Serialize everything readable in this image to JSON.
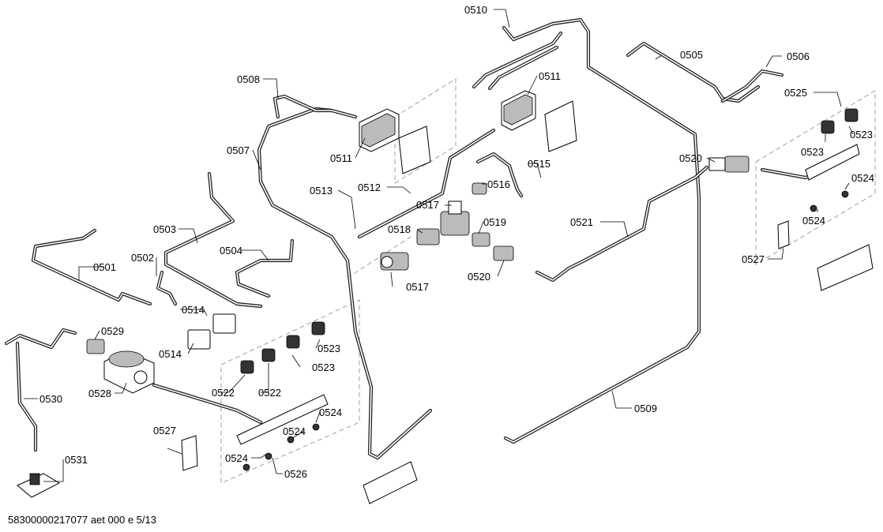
{
  "footer": "58300000217077 aet 000 e 5/13",
  "callouts": {
    "c0501": "0501",
    "c0502": "0502",
    "c0503": "0503",
    "c0504": "0504",
    "c0505": "0505",
    "c0506": "0506",
    "c0507": "0507",
    "c0508": "0508",
    "c0509": "0509",
    "c0510": "0510",
    "c0511a": "0511",
    "c0511b": "0511",
    "c0512": "0512",
    "c0513": "0513",
    "c0514a": "0514",
    "c0514b": "0514",
    "c0515": "0515",
    "c0516": "0516",
    "c0517a": "0517",
    "c0517b": "0517",
    "c0518": "0518",
    "c0519": "0519",
    "c0520a": "0520",
    "c0520b": "0520",
    "c0521": "0521",
    "c0522a": "0522",
    "c0522b": "0522",
    "c0523a": "0523",
    "c0523b": "0523",
    "c0523c": "0523",
    "c0523d": "0523",
    "c0524a": "0524",
    "c0524b": "0524",
    "c0524c": "0524",
    "c0524d": "0524",
    "c0524e": "0524",
    "c0525": "0525",
    "c0526": "0526",
    "c0527a": "0527",
    "c0527b": "0527",
    "c0528": "0528",
    "c0529": "0529",
    "c0530": "0530",
    "c0531": "0531"
  }
}
